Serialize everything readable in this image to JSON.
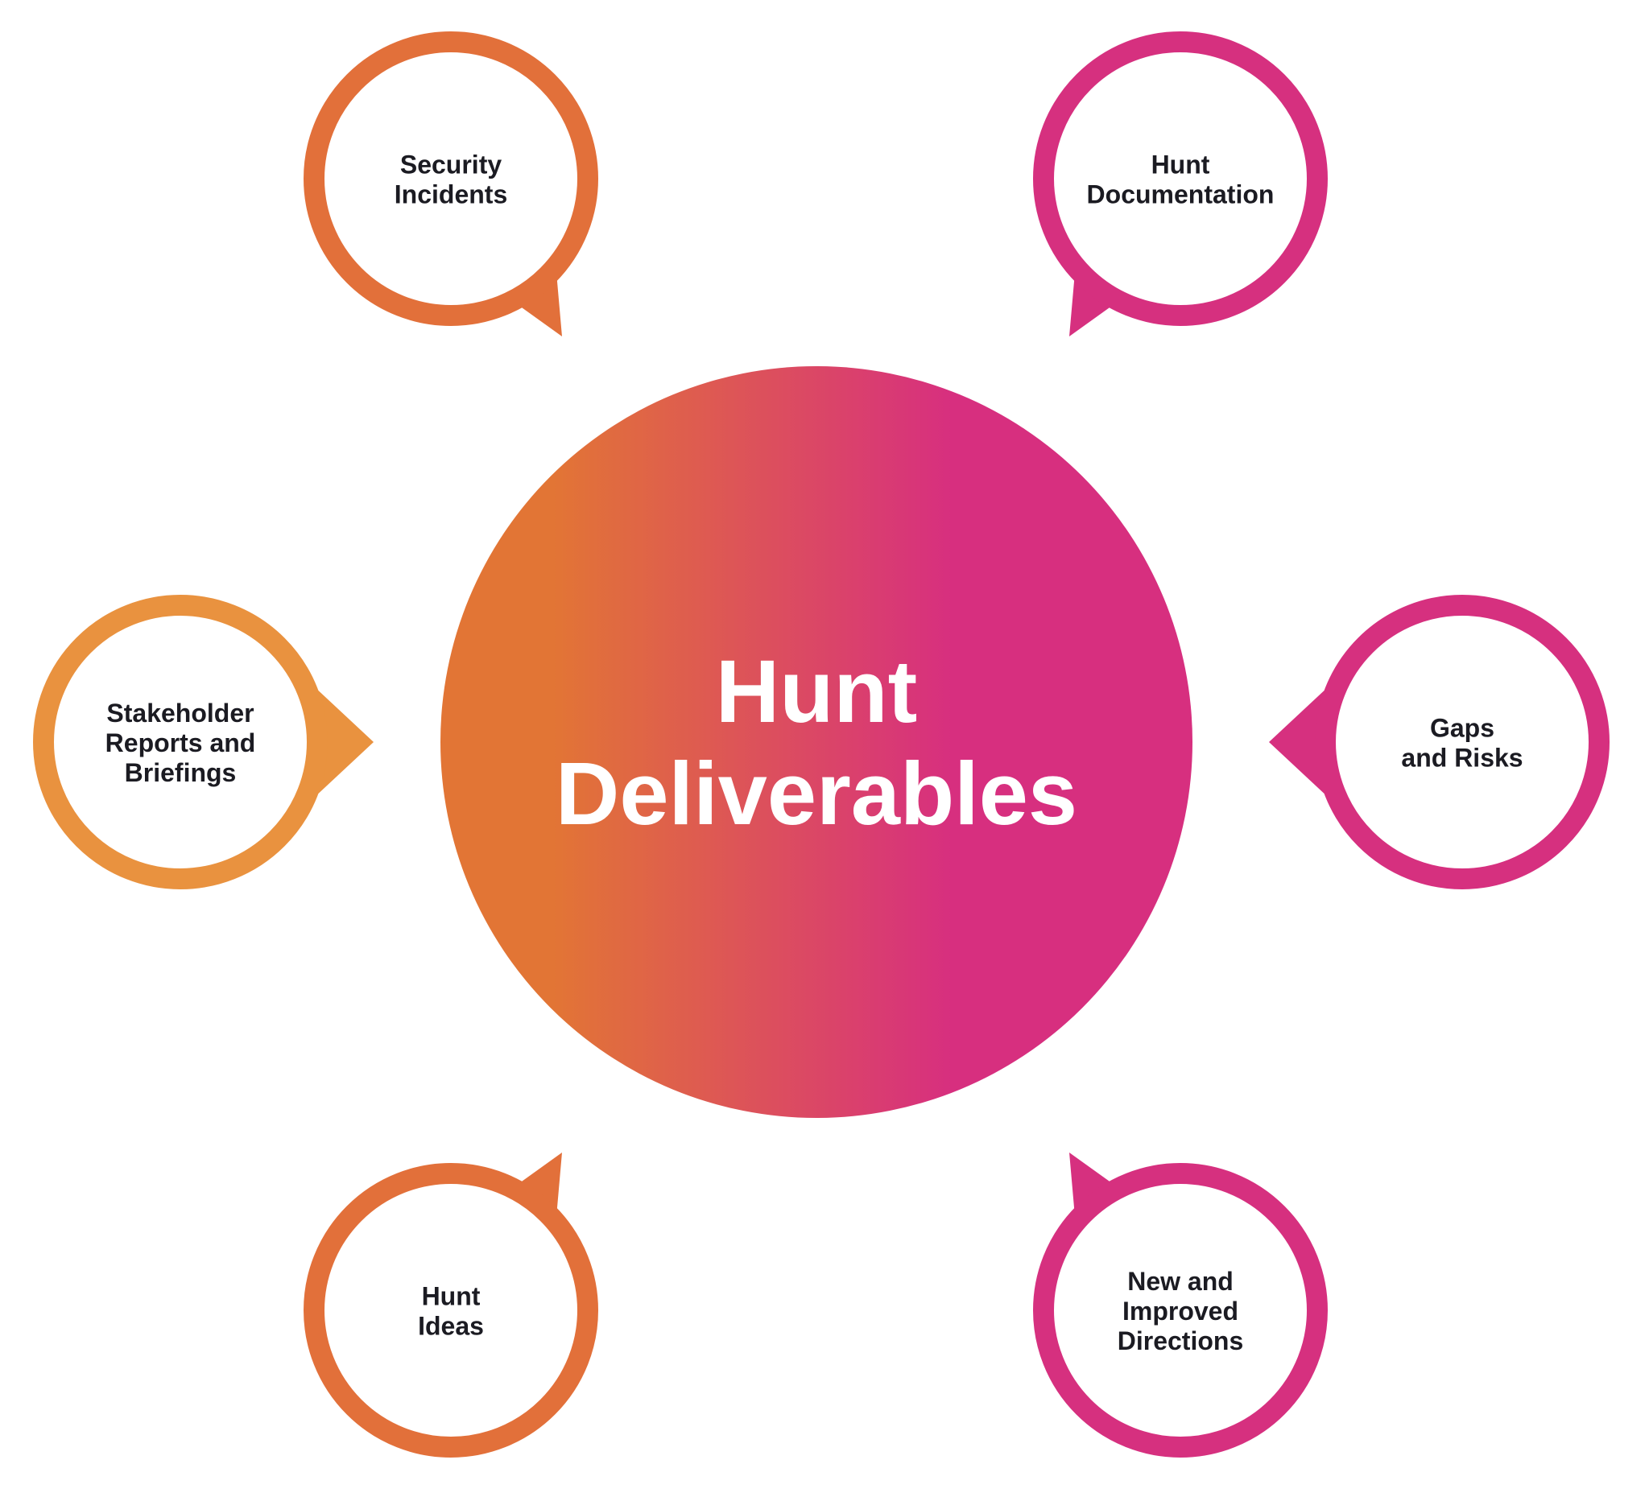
{
  "center": {
    "lines": [
      "Hunt",
      "Deliverables"
    ],
    "gradient_from": "#e27535",
    "gradient_to": "#d72f7f"
  },
  "bubbles": [
    {
      "id": "security-incidents",
      "lines": [
        "Security",
        "Incidents"
      ],
      "color": "#e2703a"
    },
    {
      "id": "hunt-documentation",
      "lines": [
        "Hunt",
        "Documentation"
      ],
      "color": "#d6307f"
    },
    {
      "id": "stakeholder-reports",
      "lines": [
        "Stakeholder",
        "Reports and",
        "Briefings"
      ],
      "color": "#e9923f"
    },
    {
      "id": "gaps-and-risks",
      "lines": [
        "Gaps",
        "and Risks"
      ],
      "color": "#d6307f"
    },
    {
      "id": "hunt-ideas",
      "lines": [
        "Hunt",
        "Ideas"
      ],
      "color": "#e2703a"
    },
    {
      "id": "new-and-improved-directions",
      "lines": [
        "New and",
        "Improved",
        "Directions"
      ],
      "color": "#d6307f"
    }
  ],
  "text_color": "#1b1b22",
  "center_text_color": "#ffffff"
}
